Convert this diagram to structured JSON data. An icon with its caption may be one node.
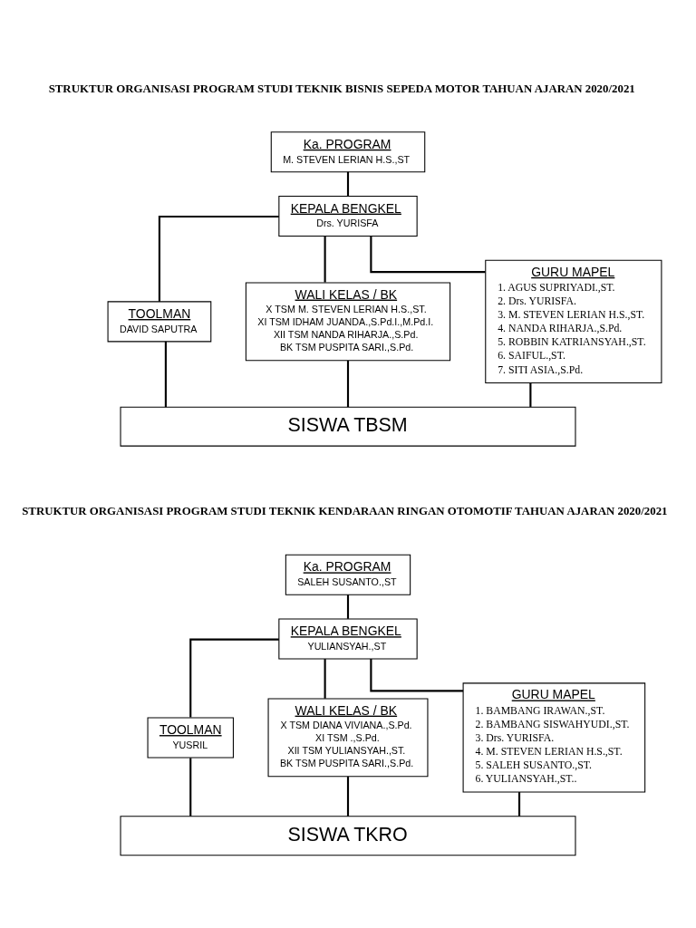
{
  "diagram": {
    "nodes": [
      {
        "text": [
          "Ka. PROGRAM",
          "M. STEVEN LERIAN H.S.,ST"
        ]
      },
      {
        "text": [
          "KEPALA BENGKEL",
          "Drs. YURISFA"
        ]
      },
      {
        "text": [
          "TOOLMAN",
          "DAVID SAPUTRA"
        ]
      },
      {
        "text": [
          "WALI KELAS / BK",
          "X TSM M. STEVEN LERIAN H.S.,ST.",
          "XI TSM IDHAM JUANDA.,S.Pd.I.,M.Pd.I.",
          "XII TSM NANDA RIHARJA.,S.Pd.",
          "BK TSM PUSPITA SARI.,S.Pd."
        ]
      },
      {
        "text": [
          "GURU MAPEL",
          "1. AGUS SUPRIYADI.,ST.",
          "2. Drs. YURISFA.",
          "3. M. STEVEN LERIAN H.S.,ST.",
          "4. NANDA RIHARJA.,S.Pd.",
          "5. ROBBIN KATRIANSYAH.,ST.",
          "6. SAIFUL.,ST.",
          "7. SITI ASIA.,S.Pd."
        ]
      },
      {
        "text": [
          "SISWA TBSM"
        ]
      },
      {
        "text": [
          "Ka. PROGRAM",
          "SALEH SUSANTO.,ST"
        ]
      },
      {
        "text": [
          "KEPALA BENGKEL",
          "YULIANSYAH.,ST"
        ]
      },
      {
        "text": [
          "TOOLMAN",
          "YUSRIL"
        ]
      },
      {
        "text": [
          "WALI KELAS / BK",
          "X TSM DIANA VIVIANA.,S.Pd.",
          "XI TSM .,S.Pd.",
          "XII TSM YULIANSYAH.,ST.",
          "BK TSM PUSPITA SARI.,S.Pd."
        ]
      },
      {
        "text": [
          "GURU MAPEL",
          "1. BAMBANG IRAWAN.,ST.",
          "2. BAMBANG SISWAHYUDI.,ST.",
          "3. Drs. YURISFA.",
          "4. M. STEVEN LERIAN H.S.,ST.",
          "5. SALEH SUSANTO.,ST.",
          "6. YULIANSYAH.,ST.."
        ]
      },
      {
        "text": [
          "SISWA TKRO"
        ]
      }
    ],
    "edges": [
      {
        "from": 0,
        "to": 1,
        "arrow": "none"
      },
      {
        "from": 1,
        "to": 2,
        "arrow": "none"
      },
      {
        "from": 1,
        "to": 3,
        "arrow": "none"
      },
      {
        "from": 1,
        "to": 4,
        "arrow": "none"
      },
      {
        "from": 2,
        "to": 5,
        "arrow": "none"
      },
      {
        "from": 3,
        "to": 5,
        "arrow": "none"
      },
      {
        "from": 4,
        "to": 5,
        "arrow": "none"
      },
      {
        "from": 6,
        "to": 7,
        "arrow": "none"
      },
      {
        "from": 7,
        "to": 8,
        "arrow": "none"
      },
      {
        "from": 7,
        "to": 9,
        "arrow": "none"
      },
      {
        "from": 7,
        "to": 10,
        "arrow": "none"
      },
      {
        "from": 8,
        "to": 11,
        "arrow": "none"
      },
      {
        "from": 9,
        "to": 11,
        "arrow": "none"
      },
      {
        "from": 10,
        "to": 11,
        "arrow": "none"
      }
    ],
    "labels": [
      "STRUKTUR ORGANISASI PROGRAM STUDI TEKNIK BISNIS SEPEDA MOTOR TAHUAN AJARAN 2020/2021",
      "STRUKTUR ORGANISASI PROGRAM STUDI TEKNIK KENDARAAN RINGAN OTOMOTIF TAHUAN AJARAN 2020/2021"
    ]
  }
}
